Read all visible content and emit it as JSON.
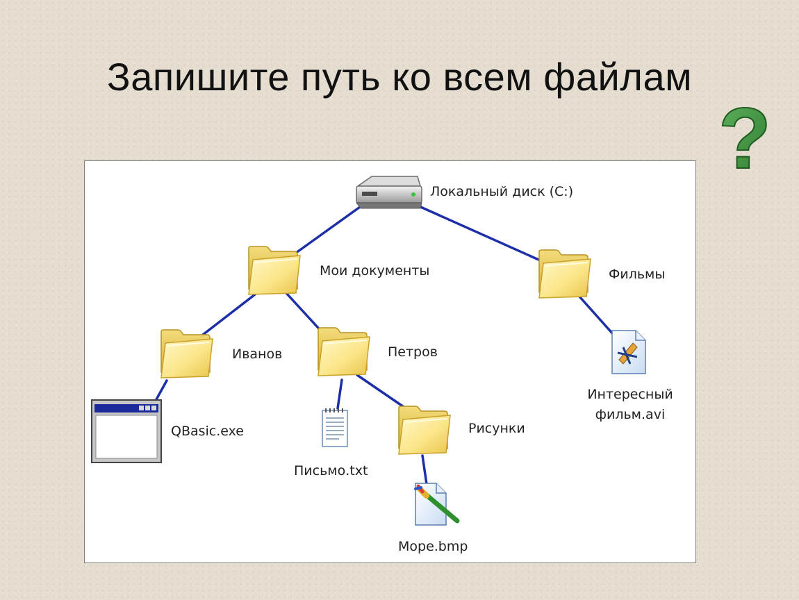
{
  "slide": {
    "title": "Запишите путь ко всем файлам",
    "help_icon": "question-mark-icon",
    "help_color": "#3a8a3a"
  },
  "tree": {
    "link_color": "#1c2fa8",
    "nodes": {
      "disk": {
        "label": "Локальный диск (C:)",
        "icon": "hard-drive-icon"
      },
      "my_docs": {
        "label": "Мои документы",
        "icon": "folder-icon"
      },
      "films": {
        "label": "Фильмы",
        "icon": "folder-icon"
      },
      "ivanov": {
        "label": "Иванов",
        "icon": "folder-icon"
      },
      "petrov": {
        "label": "Петров",
        "icon": "folder-icon"
      },
      "qbasic": {
        "label": "QBasic.exe",
        "icon": "application-window-icon"
      },
      "letter": {
        "label": "Письмо.txt",
        "icon": "text-document-icon"
      },
      "pictures": {
        "label": "Рисунки",
        "icon": "folder-icon"
      },
      "sea": {
        "label": "Море.bmp",
        "icon": "image-file-icon"
      },
      "movie_line1": {
        "label": "Интересный",
        "icon": "video-file-icon"
      },
      "movie_line2": {
        "label": "фильм.avi"
      }
    }
  }
}
